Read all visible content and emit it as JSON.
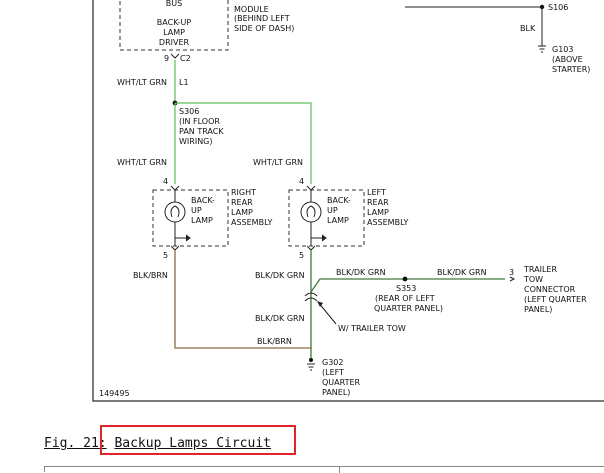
{
  "diagram": {
    "figure_number": "149495",
    "module": {
      "line1": "BUS",
      "line2": "BACK-UP",
      "line3": "LAMP",
      "line4": "DRIVER",
      "side1": "MODULE",
      "side2": "(BEHIND LEFT",
      "side3": "SIDE OF DASH)",
      "pin": "9",
      "connector": "C2"
    },
    "wires": {
      "wht_lt_grn": "WHT/LT GRN",
      "circuit": "L1",
      "blk": "BLK",
      "blk_brn": "BLK/BRN",
      "blk_dk_grn": "BLK/DK GRN"
    },
    "splices": {
      "s106": "S106",
      "s306_line1": "S306",
      "s306_line2": "(IN FLOOR",
      "s306_line3": "PAN TRACK",
      "s306_line4": "WIRING)",
      "s353_line1": "S353",
      "s353_line2": "(REAR OF LEFT",
      "s353_line3": "QUARTER PANEL)"
    },
    "grounds": {
      "g103_line1": "G103",
      "g103_line2": "(ABOVE",
      "g103_line3": "STARTER)",
      "g302_line1": "G302",
      "g302_line2": "(LEFT",
      "g302_line3": "QUARTER",
      "g302_line4": "PANEL)"
    },
    "right_lamp": {
      "l1": "BACK-",
      "l2": "UP",
      "l3": "LAMP",
      "a1": "RIGHT",
      "a2": "REAR",
      "a3": "LAMP",
      "a4": "ASSEMBLY",
      "pin_top": "4",
      "pin_bottom": "5"
    },
    "left_lamp": {
      "l1": "BACK-",
      "l2": "UP",
      "l3": "LAMP",
      "a1": "LEFT",
      "a2": "REAR",
      "a3": "LAMP",
      "a4": "ASSEMBLY",
      "pin_top": "4",
      "pin_bottom": "5"
    },
    "trailer": {
      "option": "W/ TRAILER TOW",
      "pin": "3",
      "c1": "TRAILER",
      "c2": "TOW",
      "c3": "CONNECTOR",
      "c4": "(LEFT QUARTER",
      "c5": "PANEL)"
    },
    "colors": {
      "green_wire": "#5fbf5f",
      "brown_wire": "#8b6a45",
      "dkgreen_wire": "#3d7a3d",
      "highlight": "#e0262b"
    }
  },
  "caption": {
    "prefix": "Fig. 21:",
    "title": "Backup Lamps Circuit"
  }
}
